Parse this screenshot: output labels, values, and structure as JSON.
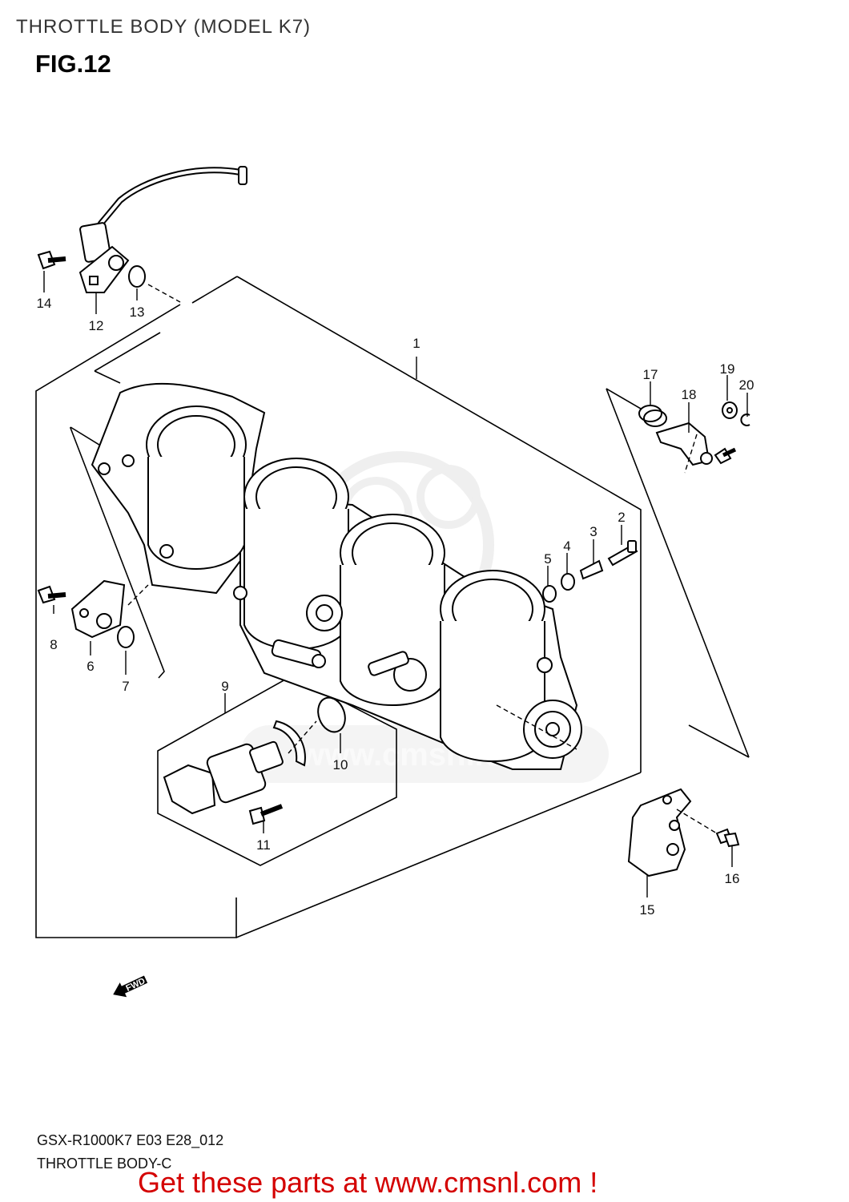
{
  "header": {
    "title": "THROTTLE BODY (MODEL K7)",
    "figure": "FIG.12"
  },
  "callouts": [
    {
      "id": "1",
      "label": "1"
    },
    {
      "id": "2",
      "label": "2"
    },
    {
      "id": "3",
      "label": "3"
    },
    {
      "id": "4",
      "label": "4"
    },
    {
      "id": "5",
      "label": "5"
    },
    {
      "id": "6",
      "label": "6"
    },
    {
      "id": "7",
      "label": "7"
    },
    {
      "id": "8",
      "label": "8"
    },
    {
      "id": "9",
      "label": "9"
    },
    {
      "id": "10",
      "label": "10"
    },
    {
      "id": "11",
      "label": "11"
    },
    {
      "id": "12",
      "label": "12"
    },
    {
      "id": "13",
      "label": "13"
    },
    {
      "id": "14",
      "label": "14"
    },
    {
      "id": "15",
      "label": "15"
    },
    {
      "id": "16",
      "label": "16"
    },
    {
      "id": "17",
      "label": "17"
    },
    {
      "id": "18",
      "label": "18"
    },
    {
      "id": "19",
      "label": "19"
    },
    {
      "id": "20",
      "label": "20"
    }
  ],
  "direction_badge": {
    "text": "FWD",
    "icon": "forward-arrow-icon"
  },
  "watermark": {
    "text": "www.cmsnl.com"
  },
  "footer": {
    "code": "GSX-R1000K7 E03 E28_012",
    "section": "THROTTLE BODY-C",
    "promo": "Get these parts at www.cmsnl.com !"
  },
  "colors": {
    "promo": "#d40000",
    "line": "#000000",
    "watermark": "#e6e6e6"
  }
}
